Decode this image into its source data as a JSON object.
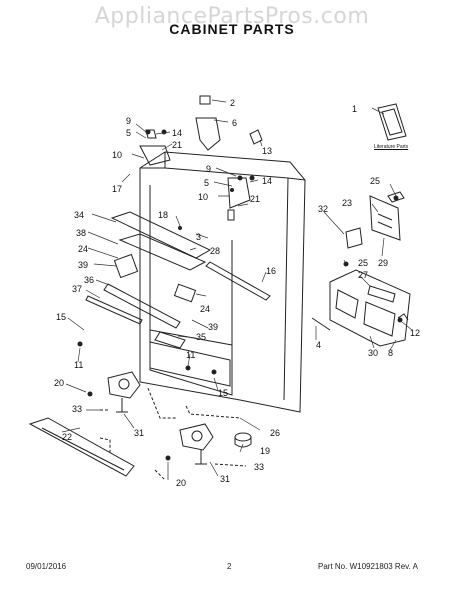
{
  "watermark": "AppliancePartsPros.com",
  "title": "CABINET PARTS",
  "literature_label": "Literature Parts",
  "callouts": [
    "1",
    "2",
    "6",
    "13",
    "9",
    "5",
    "14",
    "21",
    "10",
    "17",
    "9",
    "5",
    "14",
    "10",
    "21",
    "34",
    "18",
    "3",
    "38",
    "28",
    "24",
    "16",
    "39",
    "36",
    "24",
    "39",
    "37",
    "35",
    "15",
    "11",
    "11",
    "15",
    "20",
    "33",
    "31",
    "26",
    "19",
    "22",
    "33",
    "20",
    "31",
    "25",
    "23",
    "32",
    "29",
    "25",
    "27",
    "4",
    "12",
    "30",
    "8"
  ],
  "footer": {
    "date": "09/01/2016",
    "page": "2",
    "part_number": "Part No. W10921803  Rev. A"
  }
}
